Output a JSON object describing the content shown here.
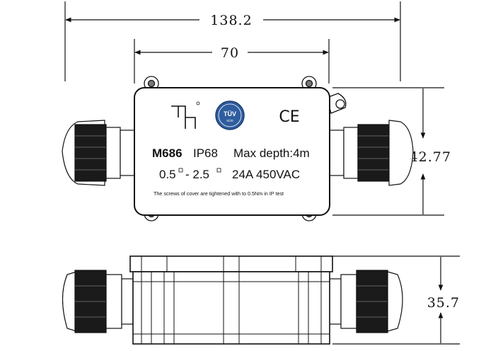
{
  "dimensions": {
    "overall_width": "138.2",
    "body_width": "70",
    "body_height": "42.77",
    "side_height": "35.7"
  },
  "label": {
    "model": "M686",
    "ip_rating": "IP68",
    "depth": "Max depth:4m",
    "wire_range_low": "0.5",
    "wire_range_high": "- 2.5",
    "rating": "24A 450VAC",
    "note": "The screws of cover are tightened with to 0.5Nm in IP test"
  },
  "marks": {
    "tuv_name": "TÜV",
    "tuv_sub": "SÜD",
    "ce": "CE"
  }
}
